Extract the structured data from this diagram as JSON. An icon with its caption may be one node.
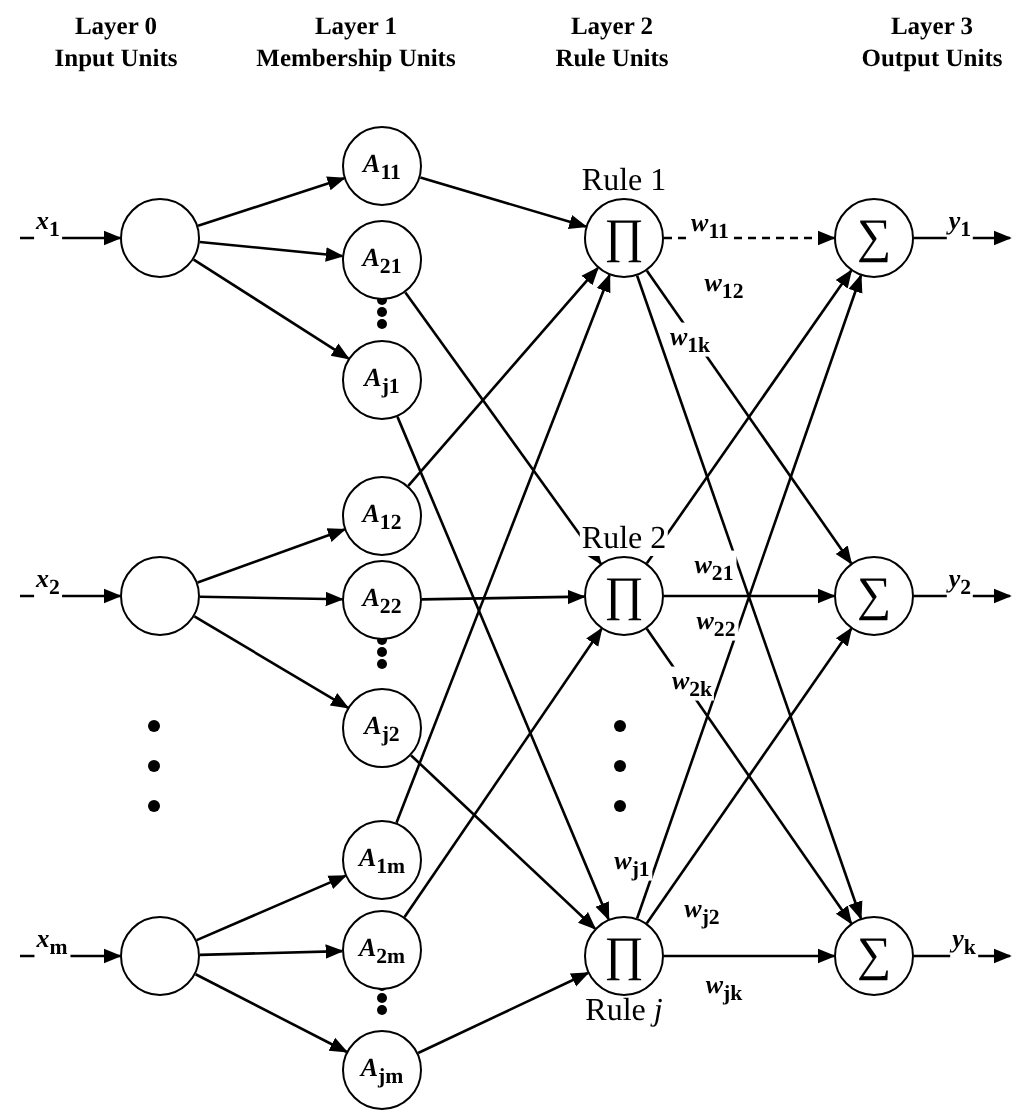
{
  "diagram": {
    "nodes": [
      {
        "text": [],
        "shape": "circle"
      },
      {
        "text": [],
        "shape": "circle"
      },
      {
        "text": [],
        "shape": "circle"
      },
      {
        "text": [
          "*A*$_{11}$"
        ]
      },
      {
        "text": [
          "*A*$_{21}$"
        ]
      },
      {
        "text": [
          "*A*$_{j1}$"
        ]
      },
      {
        "text": [
          "*A*$_{12}$"
        ]
      },
      {
        "text": [
          "*A*$_{22}$"
        ]
      },
      {
        "text": [
          "*A*$_{j2}$"
        ]
      },
      {
        "text": [
          "*A*$_{1m}$"
        ]
      },
      {
        "text": [
          "*A*$_{2m}$"
        ]
      },
      {
        "text": [
          "*A*$_{jm}$"
        ]
      },
      {
        "text": [
          "Rule 1",
          "∏"
        ]
      },
      {
        "text": [
          "Rule 2",
          "∏"
        ]
      },
      {
        "text": [
          "∏",
          "Rule *j*"
        ]
      },
      {
        "text": [
          "∑"
        ]
      },
      {
        "text": [
          "∑"
        ]
      },
      {
        "text": [
          "∑"
        ]
      }
    ],
    "edges": [
      {
        "from": null,
        "to": 0,
        "arrow": "to",
        "label": "*x*$_{1}$"
      },
      {
        "from": null,
        "to": 1,
        "arrow": "to",
        "label": "*x*$_{2}$"
      },
      {
        "from": null,
        "to": 2,
        "arrow": "to",
        "label": "*x*$_{m}$"
      },
      {
        "from": 0,
        "to": 3,
        "arrow": "to"
      },
      {
        "from": 0,
        "to": 4,
        "arrow": "to"
      },
      {
        "from": 0,
        "to": 5,
        "arrow": "to"
      },
      {
        "from": 1,
        "to": 6,
        "arrow": "to"
      },
      {
        "from": 1,
        "to": 7,
        "arrow": "to"
      },
      {
        "from": 1,
        "to": 8,
        "arrow": "to"
      },
      {
        "from": 2,
        "to": 9,
        "arrow": "to"
      },
      {
        "from": 2,
        "to": 10,
        "arrow": "to"
      },
      {
        "from": 2,
        "to": 11,
        "arrow": "to"
      },
      {
        "from": 3,
        "to": 12,
        "arrow": "to"
      },
      {
        "from": 4,
        "to": 13,
        "arrow": "to"
      },
      {
        "from": 5,
        "to": 14,
        "arrow": "to"
      },
      {
        "from": 6,
        "to": 12,
        "arrow": "to"
      },
      {
        "from": 7,
        "to": 13,
        "arrow": "to"
      },
      {
        "from": 8,
        "to": 14,
        "arrow": "to"
      },
      {
        "from": 9,
        "to": 12,
        "arrow": "to"
      },
      {
        "from": 10,
        "to": 13,
        "arrow": "to"
      },
      {
        "from": 11,
        "to": 14,
        "arrow": "to"
      },
      {
        "from": 12,
        "to": 15,
        "arrow": "to",
        "label": "*w*$_{11}$",
        "style": "dashed"
      },
      {
        "from": 12,
        "to": 16,
        "arrow": "to",
        "label": "*w*$_{12}$"
      },
      {
        "from": 12,
        "to": 17,
        "arrow": "to",
        "label": "*w*$_{1k}$"
      },
      {
        "from": 13,
        "to": 15,
        "arrow": "to",
        "label": "*w*$_{21}$"
      },
      {
        "from": 13,
        "to": 16,
        "arrow": "to",
        "label": "*w*$_{22}$"
      },
      {
        "from": 13,
        "to": 17,
        "arrow": "to",
        "label": "*w*$_{2k}$"
      },
      {
        "from": 14,
        "to": 15,
        "arrow": "to",
        "label": "*w*$_{j1}$"
      },
      {
        "from": 14,
        "to": 16,
        "arrow": "to",
        "label": "*w*$_{j2}$"
      },
      {
        "from": 14,
        "to": 17,
        "arrow": "to",
        "label": "*w*$_{jk}$"
      },
      {
        "from": 15,
        "to": null,
        "arrow": "to",
        "label": "*y*$_{1}$"
      },
      {
        "from": 16,
        "to": null,
        "arrow": "to",
        "label": "*y*$_{2}$"
      },
      {
        "from": 17,
        "to": null,
        "arrow": "to",
        "label": "*y*$_{k}$"
      }
    ],
    "labels": [
      "Layer 0 Input Units",
      "Layer 1 Membership Units",
      "Layer 2 Rule Units",
      "Layer 3 Output Units"
    ]
  }
}
